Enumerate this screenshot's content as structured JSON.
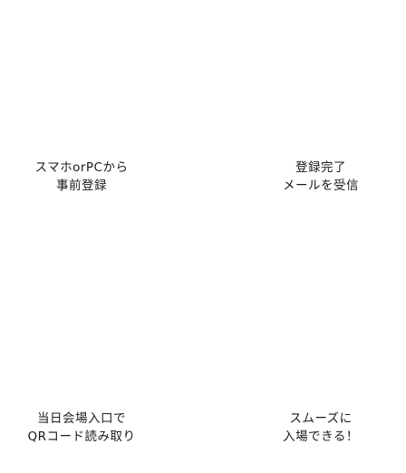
{
  "steps": [
    {
      "line1": "スマホorPCから",
      "line2": "事前登録",
      "icon": "laptop-phone-icon"
    },
    {
      "line1": "登録完了",
      "line2": "メールを受信",
      "icon": "envelope-icon"
    },
    {
      "line1": "当日会場入口で",
      "line2": "QRコード読み取り",
      "icon": "qr-scan-icon"
    },
    {
      "line1": "スムーズに",
      "line2": "入場できる！",
      "icon": "people-walking-icon"
    }
  ],
  "arrows": [
    {
      "icon": "arrow-right-icon"
    },
    {
      "icon": "arrow-down-left-icon"
    },
    {
      "icon": "arrow-right-icon"
    }
  ],
  "colors": {
    "arrow": "#0a7ea4",
    "device_gray": "#b3b8bf",
    "phone_blue": "#7a9cc6",
    "skin": "#f6c9a2",
    "envelope": "#8ec8dc",
    "envelope_flap": "#6b8fbd",
    "pink": "#ef6f8c",
    "yellow": "#f7e34a",
    "green": "#49b36a",
    "teal": "#1f8a8a"
  }
}
